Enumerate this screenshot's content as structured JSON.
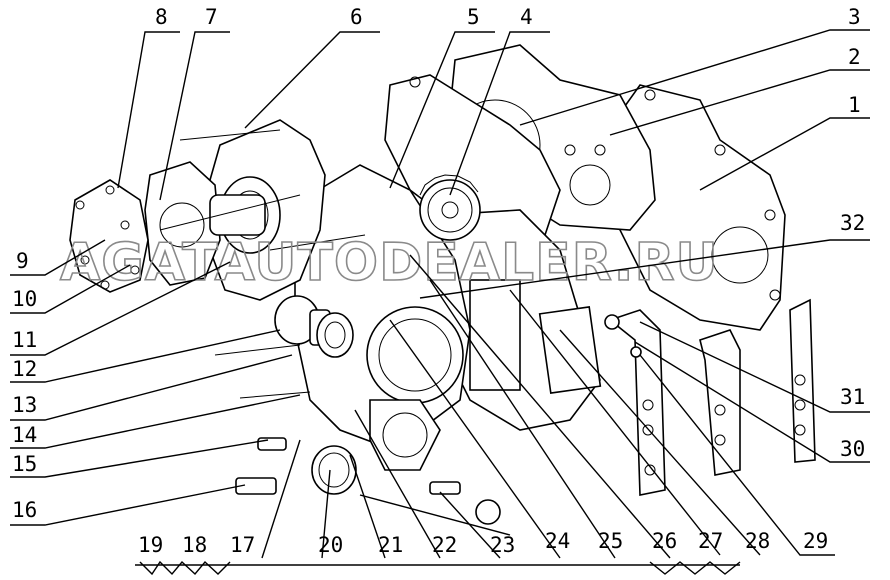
{
  "watermark": "AGATAUTODEALER.RU",
  "callouts": [
    "1",
    "2",
    "3",
    "4",
    "5",
    "6",
    "7",
    "8",
    "9",
    "10",
    "11",
    "12",
    "13",
    "14",
    "15",
    "16",
    "17",
    "18",
    "19",
    "20",
    "21",
    "22",
    "23",
    "24",
    "25",
    "26",
    "27",
    "28",
    "29",
    "30",
    "31",
    "32"
  ]
}
